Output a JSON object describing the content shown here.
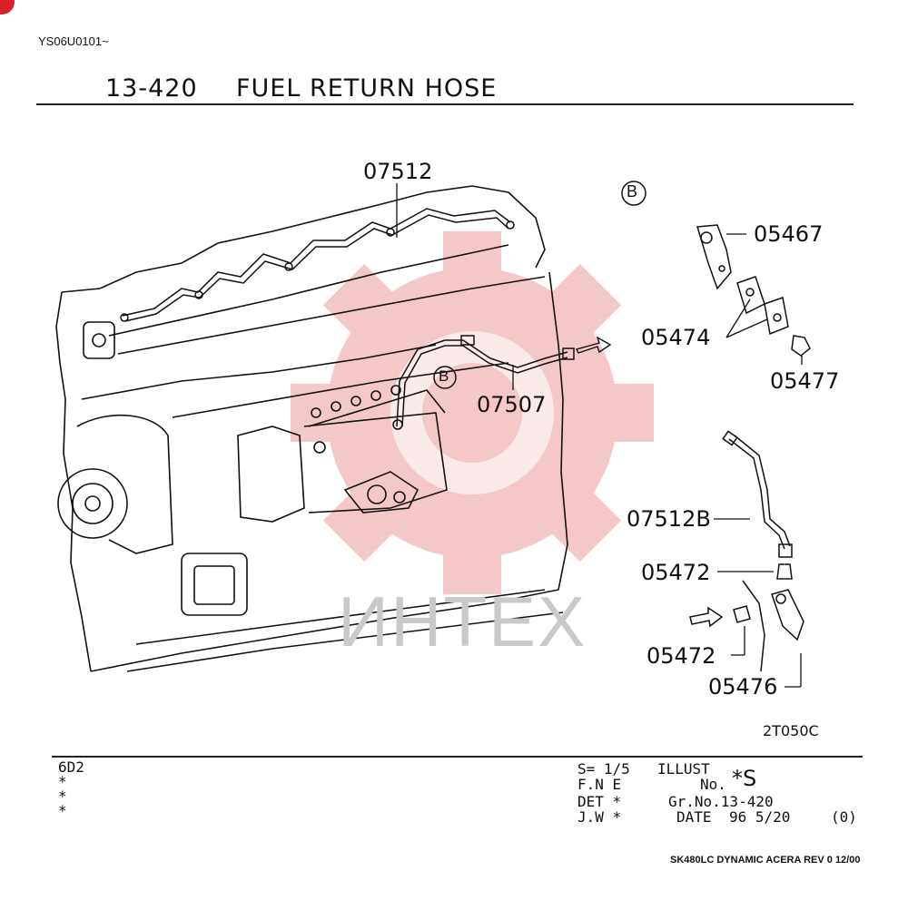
{
  "header": {
    "doc_code": "YS06U0101~",
    "title_number": "13-420",
    "title_text": "FUEL RETURN HOSE"
  },
  "callouts": {
    "detail_marker": "B",
    "part_07512": "07512",
    "part_07507": "07507",
    "part_05467": "05467",
    "part_05474": "05474",
    "part_05477": "05477",
    "part_07512B": "07512B",
    "part_05472_a": "05472",
    "part_05472_b": "05472",
    "part_05476": "05476",
    "illustration_code": "2T050C"
  },
  "watermark": {
    "text": "ИНТЕХ",
    "gear_color": "#f4c8c8"
  },
  "footer": {
    "model_lines": [
      "6D2",
      "*",
      "*",
      "*"
    ],
    "scale": "S= 1/5",
    "illust_label": "ILLUST",
    "illust_no_label": "No.",
    "illust_no_value": "*S",
    "fne": "F.N E",
    "det": "DET *",
    "group_no": "Gr.No.13-420",
    "jw": "J.W *",
    "date_label": "DATE",
    "date_value": "96 5/20",
    "revision": "(0)"
  },
  "model_note": "SK480LC DYNAMIC ACERA REV 0 12/00",
  "colors": {
    "accent": "#d8202a",
    "ink": "#111111"
  }
}
